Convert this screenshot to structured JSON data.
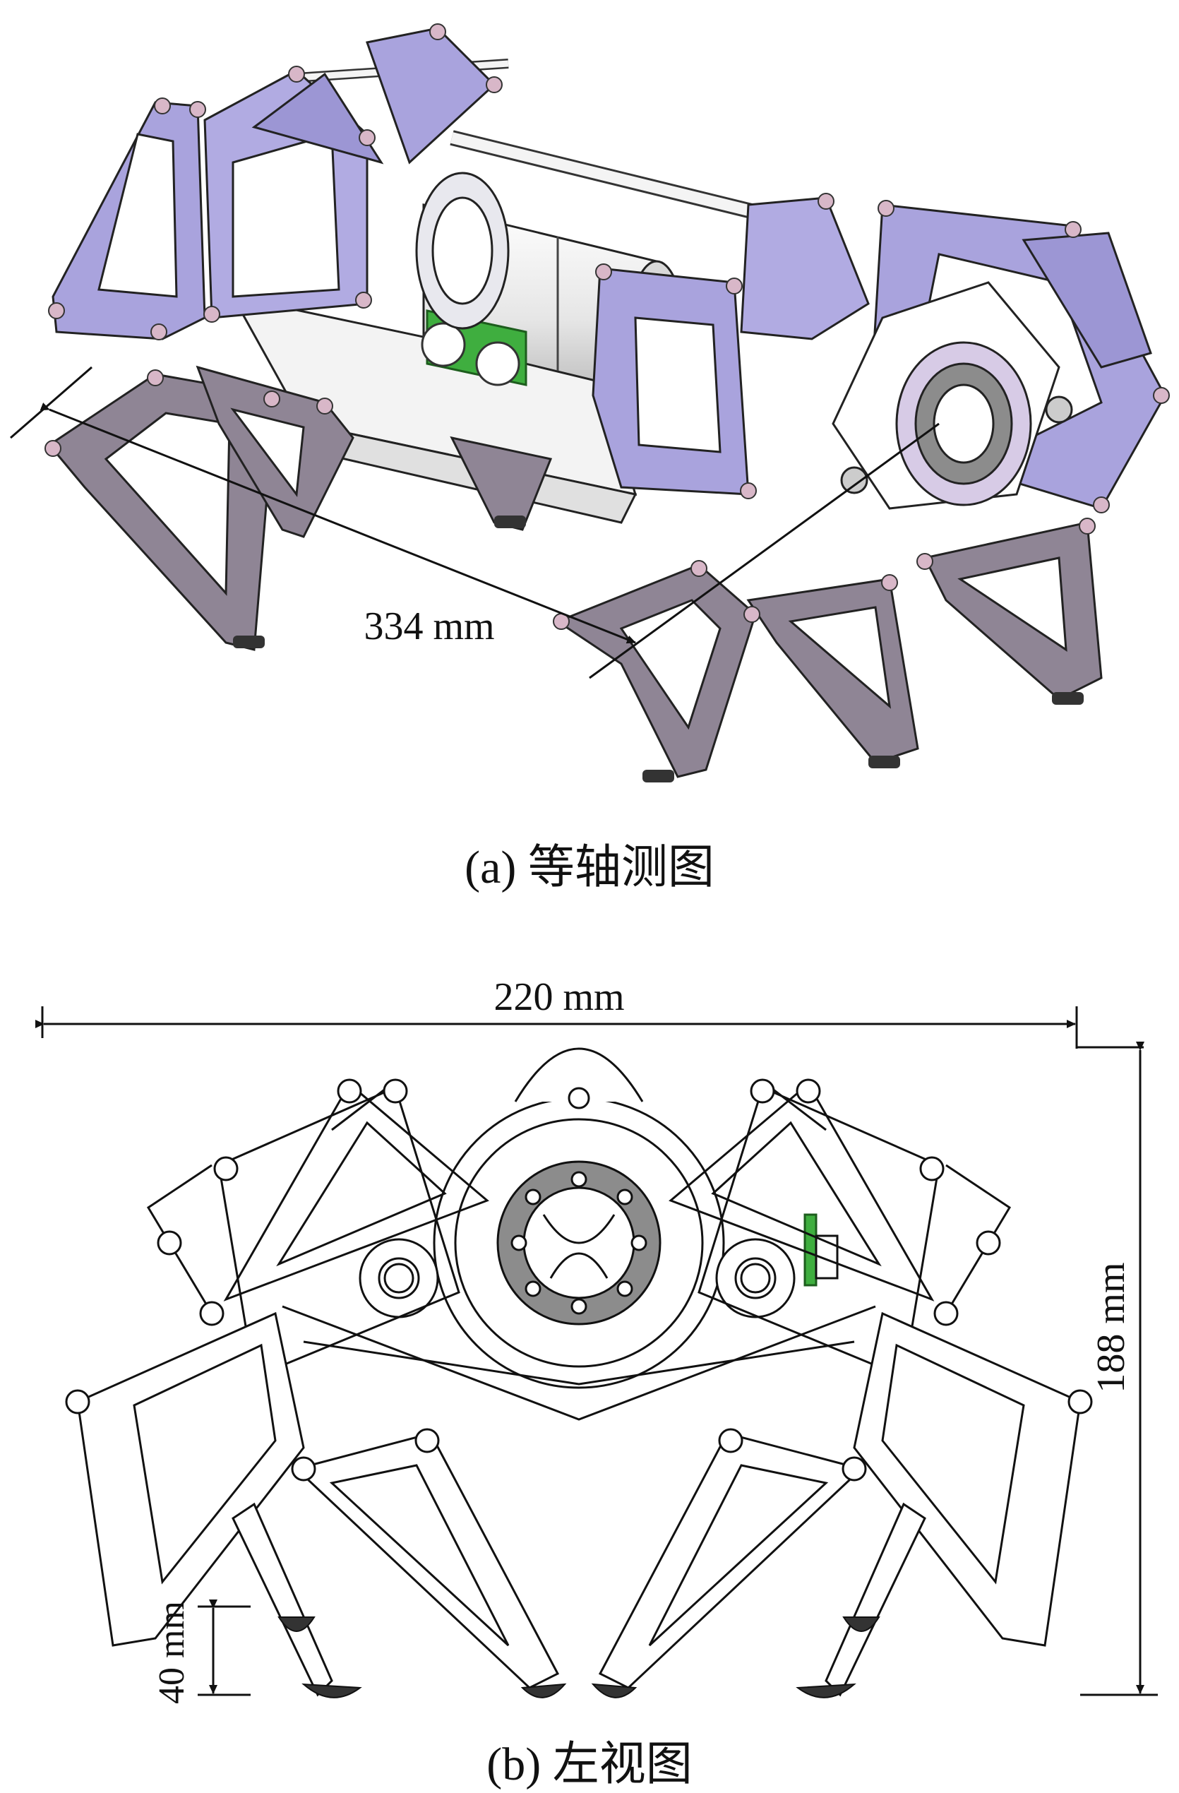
{
  "figure_a": {
    "dimension_length": "334 mm",
    "caption": "(a)  等轴测图"
  },
  "figure_b": {
    "dimension_width": "220 mm",
    "dimension_height": "188 mm",
    "dimension_step": "40 mm",
    "caption": "(b)  左视图"
  },
  "colors": {
    "frame_purple": "#a9a3dd",
    "leg_gray": "#8f8595",
    "pcb_green": "#3fae3f",
    "bearing_gray": "#8c8c8c",
    "line": "#111111"
  }
}
